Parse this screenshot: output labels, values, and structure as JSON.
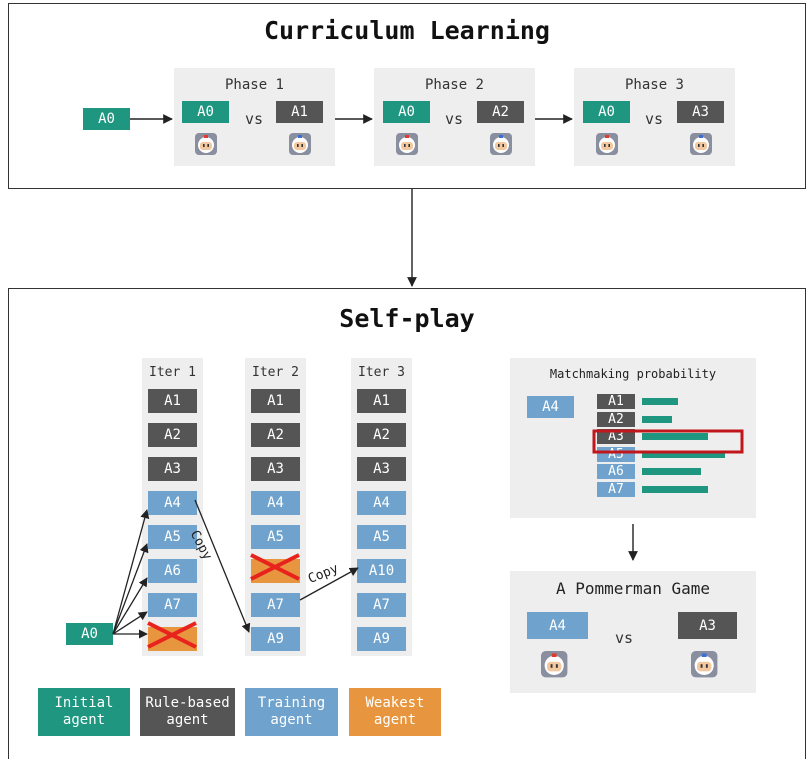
{
  "curriculum": {
    "title": "Curriculum Learning",
    "start_agent": "A0",
    "phases": [
      {
        "label": "Phase 1",
        "left": "A0",
        "vs": "vs",
        "right": "A1"
      },
      {
        "label": "Phase 2",
        "left": "A0",
        "vs": "vs",
        "right": "A2"
      },
      {
        "label": "Phase 3",
        "left": "A0",
        "vs": "vs",
        "right": "A3"
      }
    ]
  },
  "selfplay": {
    "title": "Self-play",
    "start_agent": "A0",
    "copy_label": "Copy",
    "iterations": [
      {
        "label": "Iter 1",
        "agents": [
          {
            "name": "A1",
            "kind": "rule"
          },
          {
            "name": "A2",
            "kind": "rule"
          },
          {
            "name": "A3",
            "kind": "rule"
          },
          {
            "name": "A4",
            "kind": "training"
          },
          {
            "name": "A5",
            "kind": "training"
          },
          {
            "name": "A6",
            "kind": "training"
          },
          {
            "name": "A7",
            "kind": "training"
          },
          {
            "name": "",
            "kind": "weakest"
          }
        ]
      },
      {
        "label": "Iter 2",
        "agents": [
          {
            "name": "A1",
            "kind": "rule"
          },
          {
            "name": "A2",
            "kind": "rule"
          },
          {
            "name": "A3",
            "kind": "rule"
          },
          {
            "name": "A4",
            "kind": "training"
          },
          {
            "name": "A5",
            "kind": "training"
          },
          {
            "name": "",
            "kind": "weakest"
          },
          {
            "name": "A7",
            "kind": "training"
          },
          {
            "name": "A9",
            "kind": "training"
          }
        ]
      },
      {
        "label": "Iter 3",
        "agents": [
          {
            "name": "A1",
            "kind": "rule"
          },
          {
            "name": "A2",
            "kind": "rule"
          },
          {
            "name": "A3",
            "kind": "rule"
          },
          {
            "name": "A4",
            "kind": "training"
          },
          {
            "name": "A5",
            "kind": "training"
          },
          {
            "name": "A10",
            "kind": "training"
          },
          {
            "name": "A7",
            "kind": "training"
          },
          {
            "name": "A9",
            "kind": "training"
          }
        ]
      }
    ],
    "legend": [
      {
        "line1": "Initial",
        "line2": "agent",
        "kind": "initial"
      },
      {
        "line1": "Rule-based",
        "line2": "agent",
        "kind": "rule"
      },
      {
        "line1": "Training",
        "line2": "agent",
        "kind": "training"
      },
      {
        "line1": "Weakest",
        "line2": "agent",
        "kind": "weakest"
      }
    ]
  },
  "matchmaking": {
    "title": "Matchmaking probability",
    "agent": "A4",
    "entries": [
      {
        "name": "A1",
        "kind": "rule",
        "prob": 0.55,
        "selected": false
      },
      {
        "name": "A2",
        "kind": "rule",
        "prob": 0.45,
        "selected": false
      },
      {
        "name": "A3",
        "kind": "rule",
        "prob": 1.0,
        "selected": true
      },
      {
        "name": "A5",
        "kind": "training",
        "prob": 1.25,
        "selected": false
      },
      {
        "name": "A6",
        "kind": "training",
        "prob": 0.9,
        "selected": false
      },
      {
        "name": "A7",
        "kind": "training",
        "prob": 1.0,
        "selected": false
      }
    ]
  },
  "game": {
    "title": "A Pommerman Game",
    "left": "A4",
    "vs": "vs",
    "right": "A3"
  },
  "colors": {
    "initial": "#1e9680",
    "rule": "#555555",
    "training": "#6fa3cd",
    "weakest": "#e7963f",
    "highlight": "#c0161c"
  }
}
